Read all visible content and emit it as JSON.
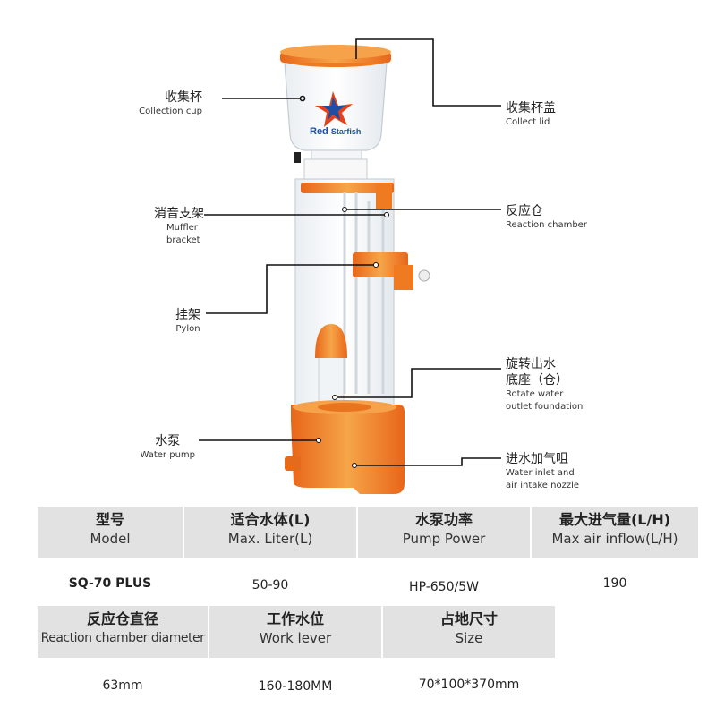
{
  "brand": {
    "line1": "Red",
    "line2": "Starfish"
  },
  "callouts": [
    {
      "zh": "收集杯",
      "en": [
        "Collection cup"
      ]
    },
    {
      "zh": "收集杯盖",
      "en": [
        "Collect lid"
      ]
    },
    {
      "zh": "消音支架",
      "en": [
        "Muffler",
        "bracket"
      ]
    },
    {
      "zh": "反应仓",
      "en": [
        "Reaction chamber"
      ]
    },
    {
      "zh": "挂架",
      "en": [
        "Pylon"
      ]
    },
    {
      "zh": "旋转出水",
      "zh2": "底座（仓）",
      "en": [
        "Rotate water",
        "outlet foundation"
      ]
    },
    {
      "zh": "水泵",
      "en": [
        "Water pump"
      ]
    },
    {
      "zh": "进水加气咀",
      "en": [
        "Water inlet and",
        "air intake nozzle"
      ]
    }
  ],
  "specs": {
    "row1": [
      {
        "zh": "型号",
        "en": "Model",
        "value": "SQ-70 PLUS"
      },
      {
        "zh": "适合水体(L)",
        "en": "Max. Liter(L)",
        "value": "50-90"
      },
      {
        "zh": "水泵功率",
        "en": "Pump Power",
        "value": "HP-650/5W"
      },
      {
        "zh": "最大进气量(L/H)",
        "en": "Max air inflow(L/H)",
        "value": "190"
      }
    ],
    "row2": [
      {
        "zh": "反应仓直径",
        "en": "Reaction chamber diameter",
        "value": "63mm"
      },
      {
        "zh": "工作水位",
        "en": "Work lever",
        "value": "160-180MM"
      },
      {
        "zh": "占地尺寸",
        "en": "Size",
        "value": "70*100*370mm"
      }
    ]
  },
  "colors": {
    "accent": "#f07a1f",
    "accent_light": "#f5a24a",
    "header_bg": "#e2e2e2"
  }
}
